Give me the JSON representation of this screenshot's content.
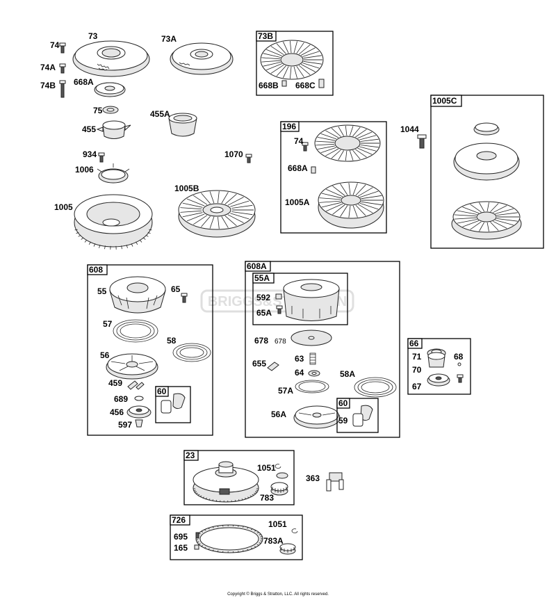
{
  "watermark": "BRIGGS&STRATTON",
  "copyright": "Copyright © Briggs & Stratton, LLC. All rights reserved.",
  "groups": {
    "g73B": "73B",
    "g196": "196",
    "g1005C": "1005C",
    "g608": "608",
    "g608A": "608A",
    "g55A": "55A",
    "g60a": "60",
    "g60b": "60",
    "g66": "66",
    "g23": "23",
    "g726": "726"
  },
  "labels": {
    "p74": "74",
    "p73": "73",
    "p73A": "73A",
    "p74A": "74A",
    "p74B": "74B",
    "p668A": "668A",
    "p75": "75",
    "p455A": "455A",
    "p455": "455",
    "p934": "934",
    "p1070": "1070",
    "p1006": "1006",
    "p1005B": "1005B",
    "p1005": "1005",
    "p668B": "668B",
    "p668C": "668C",
    "p196_74": "74",
    "p196_668A": "668A",
    "p1005A": "1005A",
    "p1044": "1044",
    "p55": "55",
    "p65": "65",
    "p57": "57",
    "p58": "58",
    "p56": "56",
    "p459": "459",
    "p689": "689",
    "p456": "456",
    "p597": "597",
    "p592": "592",
    "p65A": "65A",
    "p678": "678",
    "p678b": "678",
    "p655": "655",
    "p63": "63",
    "p64": "64",
    "p58A": "58A",
    "p57A": "57A",
    "p56A": "56A",
    "p59": "59",
    "p71": "71",
    "p68": "68",
    "p70": "70",
    "p67": "67",
    "p1051": "1051",
    "p363": "363",
    "p783": "783",
    "p695": "695",
    "p726_1051": "1051",
    "p165": "165",
    "p783A": "783A"
  }
}
